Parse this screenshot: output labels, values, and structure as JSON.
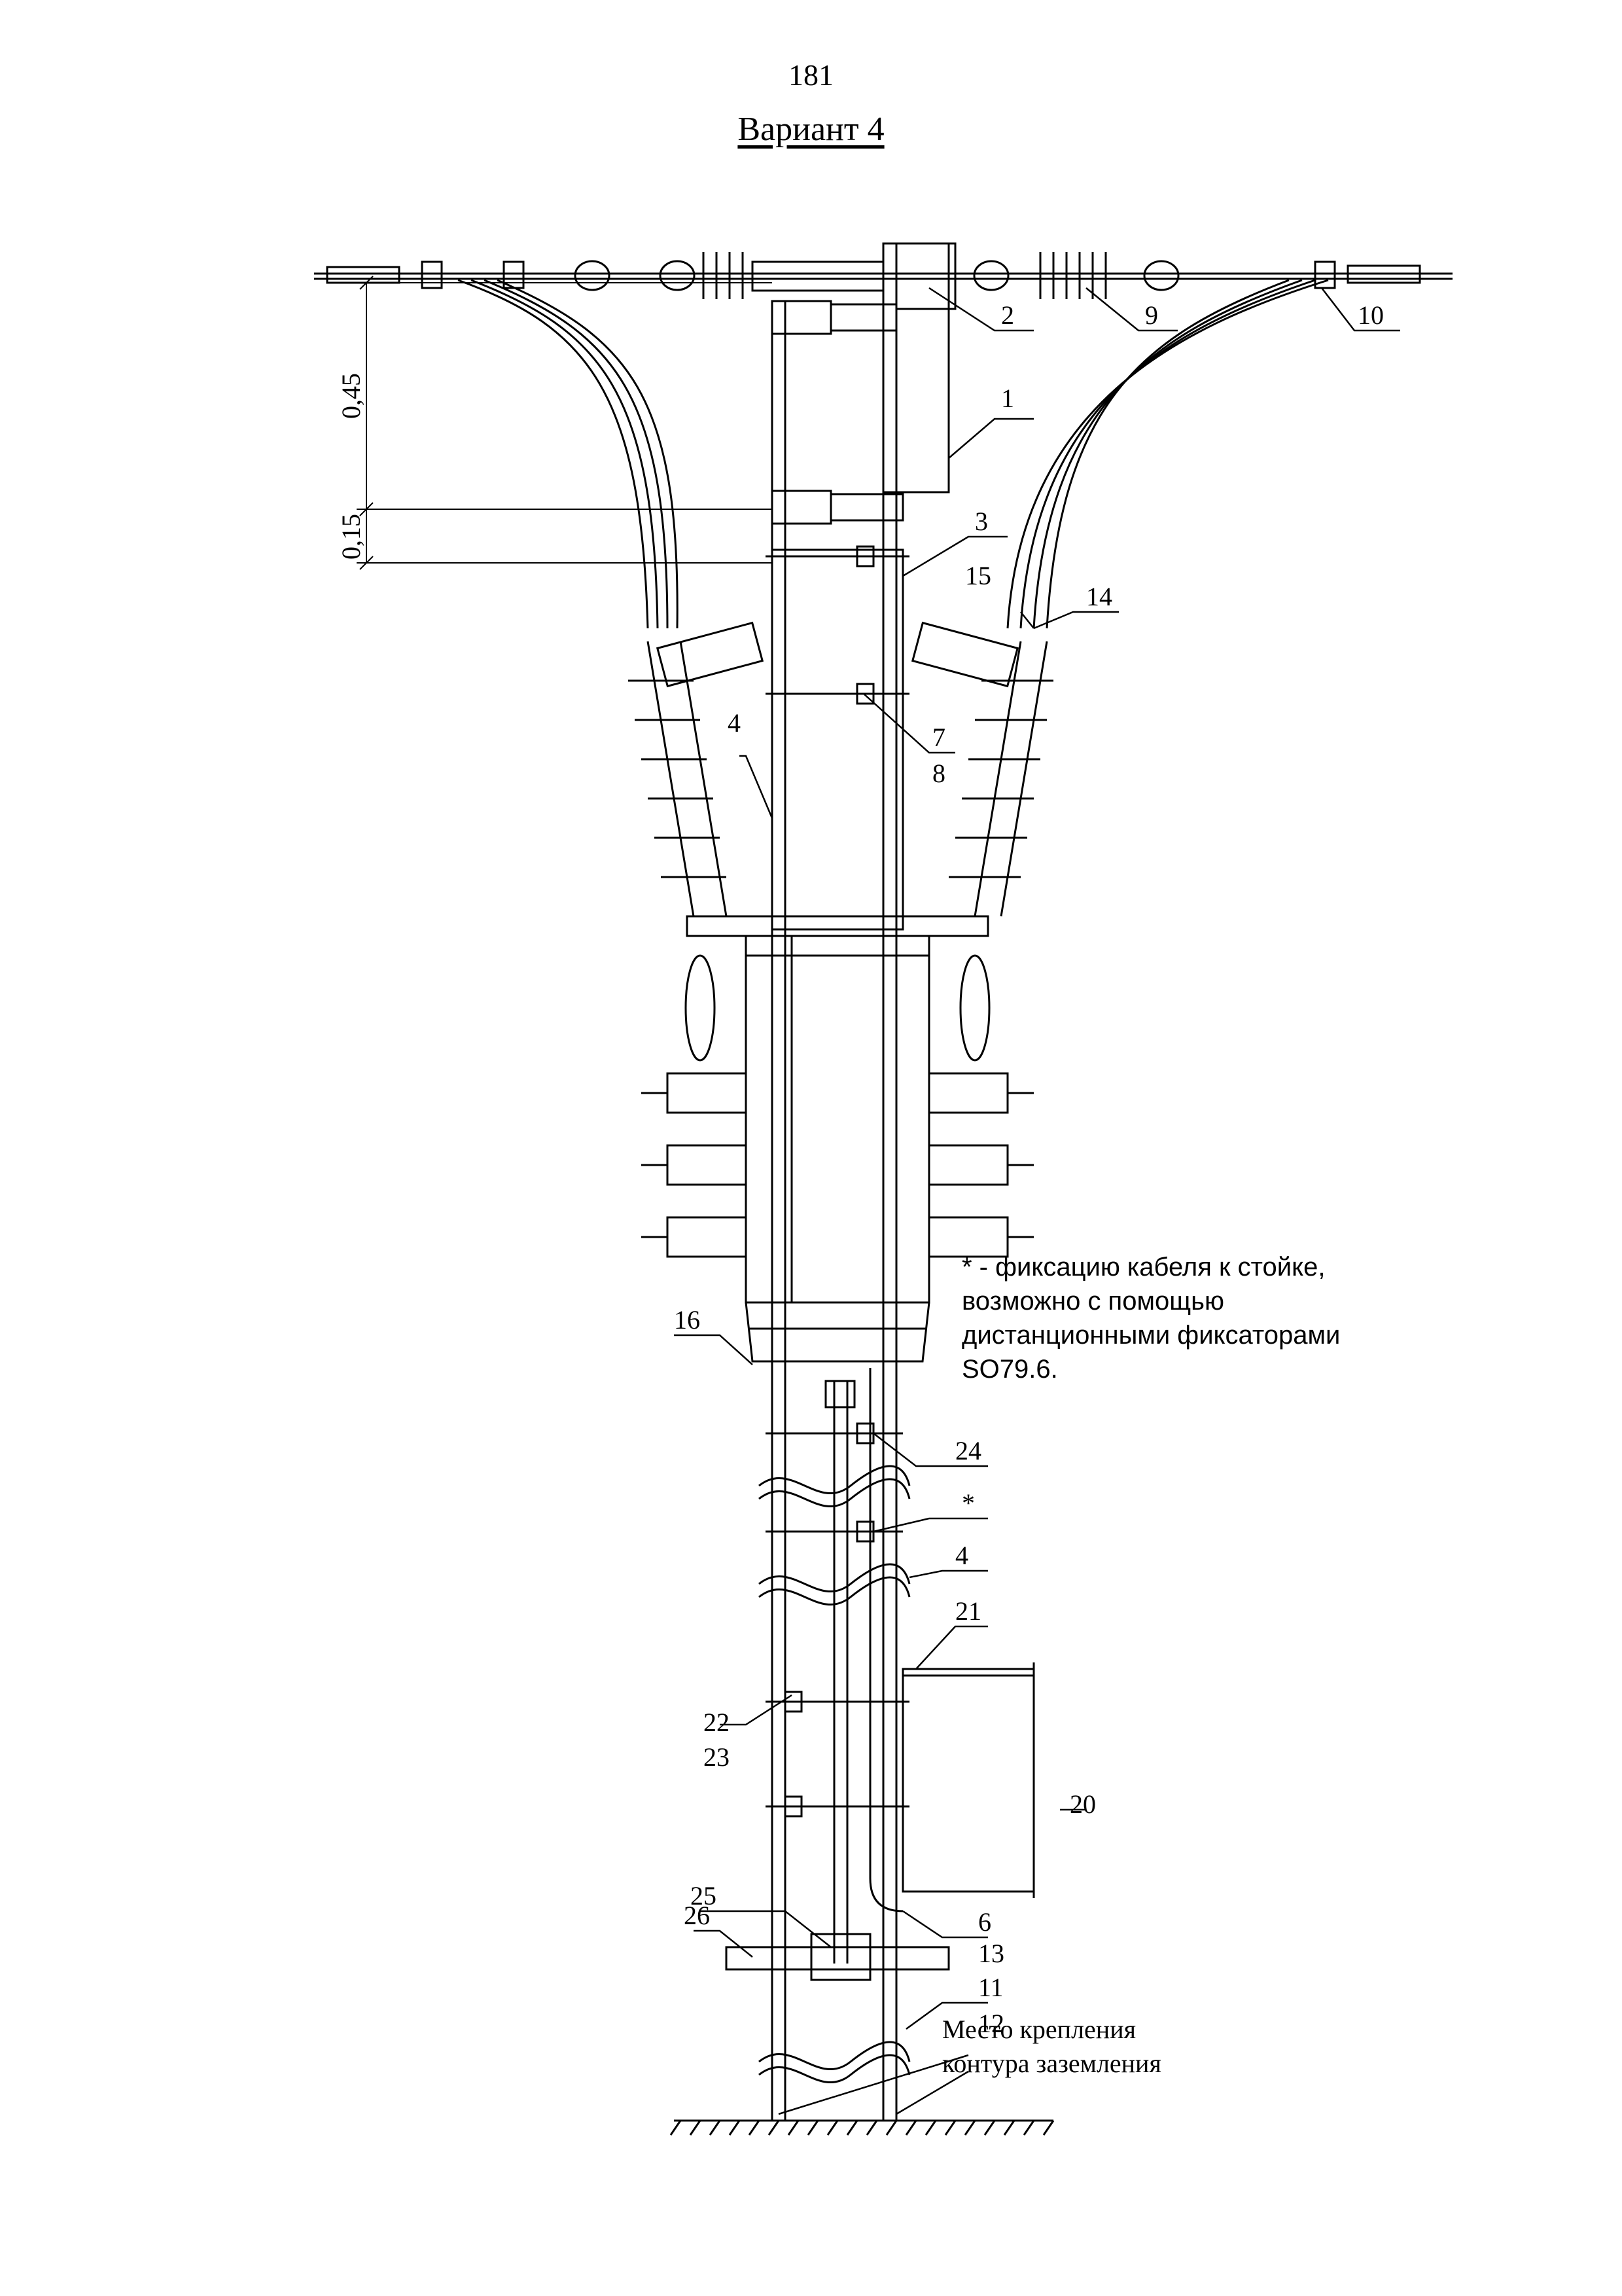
{
  "page": {
    "number": "181",
    "title": "Вариант 4"
  },
  "dimensions": {
    "upper": "0,45",
    "lower": "0,15"
  },
  "callouts": {
    "c1": "1",
    "c2": "2",
    "c3": "3",
    "c4a": "4",
    "c4b": "4",
    "c6": "6",
    "c7": "7",
    "c8": "8",
    "c9": "9",
    "c10": "10",
    "c11": "11",
    "c12": "12",
    "c13": "13",
    "c14": "14",
    "c15": "15",
    "c16": "16",
    "c20": "20",
    "c21": "21",
    "c22": "22",
    "c23": "23",
    "c24": "24",
    "c25": "25",
    "c26": "26",
    "star": "*"
  },
  "note": {
    "lines": [
      "* - фиксацию кабеля к стойке,",
      "возможно с помощью",
      "дистанционными фиксаторами",
      "SO79.6."
    ]
  },
  "ground_label": {
    "lines": [
      "Место крепления",
      "контура заземления"
    ]
  }
}
